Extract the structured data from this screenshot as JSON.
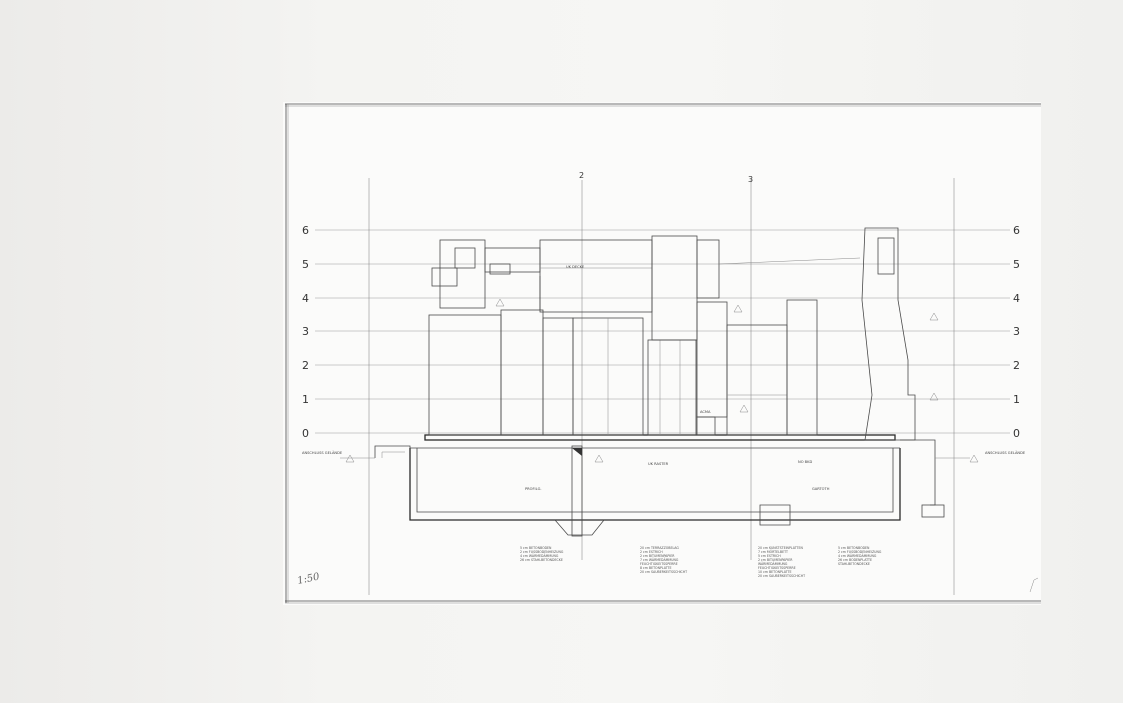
{
  "levels": [
    "0",
    "1",
    "2",
    "3",
    "4",
    "5",
    "6"
  ],
  "axes": [
    "2",
    "3"
  ],
  "scale_note": "1:50",
  "side_labels": {
    "left": "ANSCHLUSS GELÄNDE",
    "right": "ANSCHLUSS GELÄNDE"
  },
  "annotations": {
    "uk_decke": "UK DECKE",
    "uk_raster": "UK RASTER",
    "profil": "PROFILG.",
    "no_bkd": "NO BKD",
    "gartoth": "GARTOTH",
    "acma": "ACMA"
  },
  "legend_blocks": [
    [
      "5 cm BETONBODEN",
      "2 cm FUSSBODENHEIZUNG",
      "4 cm WÄRMEDÄMMUNG",
      "26 cm STAHLBETONDECKE"
    ],
    [
      "20 cm TERRAZZOBELAG",
      "2 cm ESTRICH",
      "2 cm BITUMENPAPIER",
      "7 cm WÄRMEDÄMMUNG",
      "FEUCHTIGKEITSSPERRE",
      "8 cm BETONPLATTE",
      "20 cm SAUBERKEITSSCHICHT"
    ],
    [
      "20 cm KUNSTSTEINPLATTEN",
      "7 cm MÖRTELBETT",
      "5 cm ESTRICH",
      "2 cm BITUMENPAPIER",
      "WÄRMEDÄMMUNG",
      "FEUCHTIGKEITSSPERRE",
      "10 cm BETONPLATTE",
      "20 cm SAUBERKEITSSCHICHT"
    ],
    [
      "5 cm BETONBODEN",
      "2 cm FUSSBODENHEIZUNG",
      "4 cm WÄRMEDÄMMUNG",
      "26 cm BODENPLATTE",
      "STAHLBETONDECKE"
    ]
  ]
}
